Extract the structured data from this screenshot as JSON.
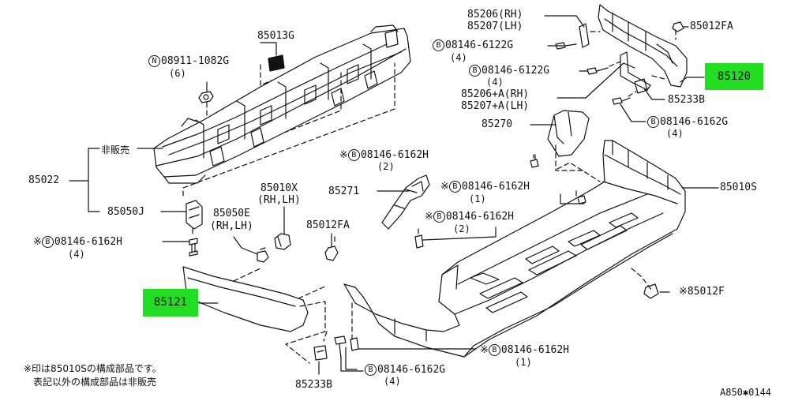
{
  "colors": {
    "line": "#111111",
    "highlight": "#22dd22",
    "background": "#ffffff"
  },
  "labels": {
    "p85206_rh": "85206(RH)",
    "p85207_lh": "85207(LH)",
    "p85012fa_top": "85012FA",
    "b08146_6122g_a": "08146-6122G",
    "b08146_6122g_a_qty": "(4)",
    "b08146_6122g_b": "08146-6122G",
    "b08146_6122g_b_qty": "(4)",
    "p85120": "85120",
    "p85206a_rh": "85206+A(RH)",
    "p85207a_lh": "85207+A(LH)",
    "p85233b_top": "85233B",
    "b08146_6162g_top": "08146-6162G",
    "b08146_6162g_top_qty": "(4)",
    "p85270": "85270",
    "p85013g": "85013G",
    "n08911_1082g": "08911-1082G",
    "n08911_1082g_qty": "(6)",
    "not_for_sale": "非販売",
    "p85022": "85022",
    "b08146_6162h_a": "08146-6162H",
    "b08146_6162h_a_qty": "(2)",
    "p85271": "85271",
    "b08146_6162h_b": "08146-6162H",
    "b08146_6162h_b_qty": "(1)",
    "p85010s": "85010S",
    "p85010x": "85010X",
    "p85010x_side": "(RH,LH)",
    "b08146_6162h_c": "08146-6162H",
    "b08146_6162h_c_qty": "(2)",
    "p85050j": "85050J",
    "p85050e": "85050E",
    "p85050e_side": "(RH,LH)",
    "p85012fa_mid": "85012FA",
    "b08146_6162h_d": "08146-6162H",
    "b08146_6162h_d_qty": "(4)",
    "p85121": "85121",
    "p85012f": "85012F",
    "b08146_6162h_e": "08146-6162H",
    "b08146_6162h_e_qty": "(1)",
    "b08146_6162g_bottom": "08146-6162G",
    "b08146_6162g_bottom_qty": "(4)",
    "p85233b_bottom": "85233B"
  },
  "marks": {
    "b": "B",
    "n": "N",
    "star": "※"
  },
  "footnotes": {
    "line1": "※印は85010Sの構成部品です。",
    "line2": "表記以外の構成部品は非販売"
  },
  "diagram_code": "A850✱0144"
}
